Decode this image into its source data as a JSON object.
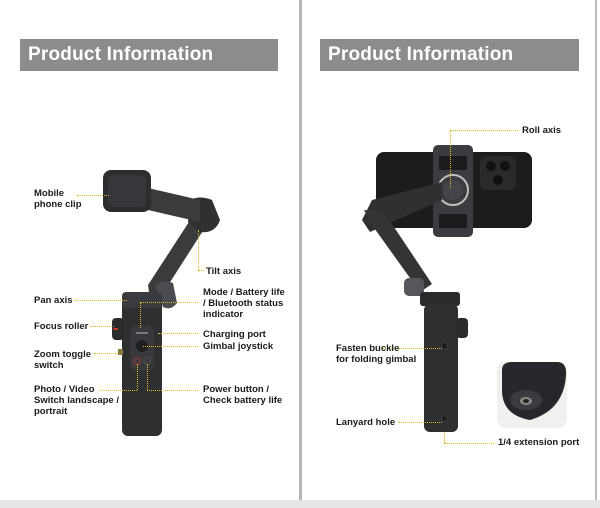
{
  "left_panel": {
    "title": "Product Information",
    "callouts": [
      {
        "id": "mobile-phone-clip",
        "text": "Mobile\nphone clip"
      },
      {
        "id": "tilt-axis",
        "text": "Tilt axis"
      },
      {
        "id": "pan-axis",
        "text": "Pan axis"
      },
      {
        "id": "mode-indicator",
        "text": "Mode / Battery life\n/ Bluetooth status\nindicator"
      },
      {
        "id": "focus-roller",
        "text": "Focus roller"
      },
      {
        "id": "charging-port",
        "text": "Charging port"
      },
      {
        "id": "gimbal-joystick",
        "text": "Gimbal joystick"
      },
      {
        "id": "zoom-toggle-switch",
        "text": "Zoom toggle\nswitch"
      },
      {
        "id": "photo-video-switch",
        "text": "Photo / Video\nSwitch landscape /\nportrait"
      },
      {
        "id": "power-button",
        "text": "Power button /\nCheck battery life"
      }
    ]
  },
  "right_panel": {
    "title": "Product Information",
    "callouts": [
      {
        "id": "roll-axis",
        "text": "Roll axis"
      },
      {
        "id": "fasten-buckle",
        "text": "Fasten buckle\nfor folding gimbal"
      },
      {
        "id": "lanyard-hole",
        "text": "Lanyard hole"
      },
      {
        "id": "extension-port",
        "text": "1/4 extension port"
      }
    ]
  },
  "colors": {
    "title_bar": "#8c8c8c",
    "leader_line": "#e8b820",
    "device_body": "#2e2f31",
    "divider": "#b4b4b4"
  }
}
